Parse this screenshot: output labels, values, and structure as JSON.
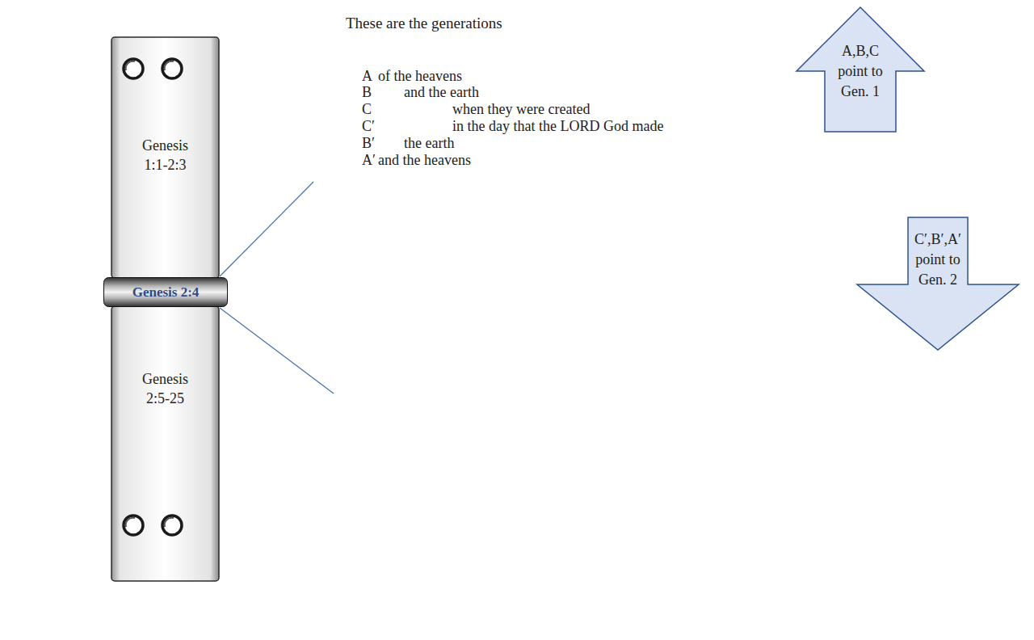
{
  "diagram": {
    "nodes": [
      {
        "text": [
          "Genesis 1:1-2:3"
        ]
      },
      {
        "text": [
          "Genesis 2:4"
        ]
      },
      {
        "text": [
          "Genesis 2:5-25"
        ]
      },
      {
        "text": [
          "A,B,C point to Gen. 1"
        ]
      },
      {
        "text": [
          "C′,B′,A′ point to Gen. 2"
        ]
      }
    ],
    "labels": [
      "These are the generations",
      "A",
      "of the heavens",
      "B",
      "and the earth",
      "C",
      "when they were created",
      "C′",
      "in the day that the LORD God made",
      "B′",
      "the earth",
      "A′",
      "and the heavens"
    ]
  }
}
